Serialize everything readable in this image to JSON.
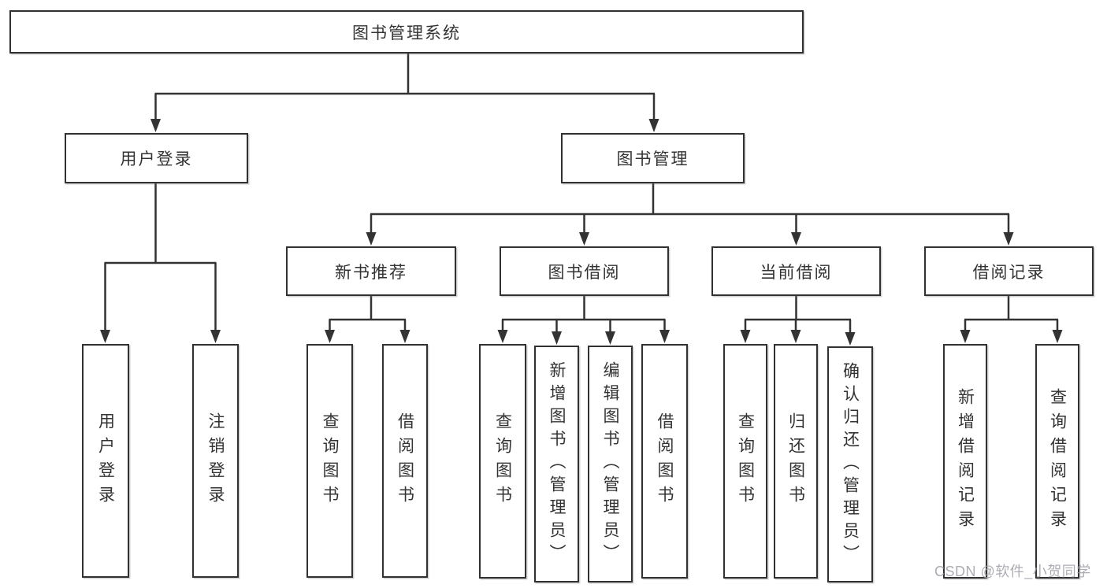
{
  "tree": {
    "root": {
      "label": "图书管理系统",
      "children": [
        {
          "label": "用户登录",
          "children": [
            {
              "label": "用户登录"
            },
            {
              "label": "注销登录"
            }
          ]
        },
        {
          "label": "图书管理",
          "children": [
            {
              "label": "新书推荐",
              "children": [
                {
                  "label": "查询图书"
                },
                {
                  "label": "借阅图书"
                }
              ]
            },
            {
              "label": "图书借阅",
              "children": [
                {
                  "label": "查询图书"
                },
                {
                  "label": "新增图书（管理员）"
                },
                {
                  "label": "编辑图书（管理员）"
                },
                {
                  "label": "借阅图书"
                }
              ]
            },
            {
              "label": "当前借阅",
              "children": [
                {
                  "label": "查询图书"
                },
                {
                  "label": "归还图书"
                },
                {
                  "label": "确认归还（管理员）"
                }
              ]
            },
            {
              "label": "借阅记录",
              "children": [
                {
                  "label": "新增借阅记录"
                },
                {
                  "label": "查询借阅记录"
                }
              ]
            }
          ]
        }
      ]
    }
  },
  "watermark": {
    "text": "CSDN @软件_小贺同学"
  },
  "colors": {
    "line": "#333333",
    "box_border": "#313131",
    "text": "#333333",
    "watermark": "#9e9ea8",
    "background": "#ffffff"
  }
}
